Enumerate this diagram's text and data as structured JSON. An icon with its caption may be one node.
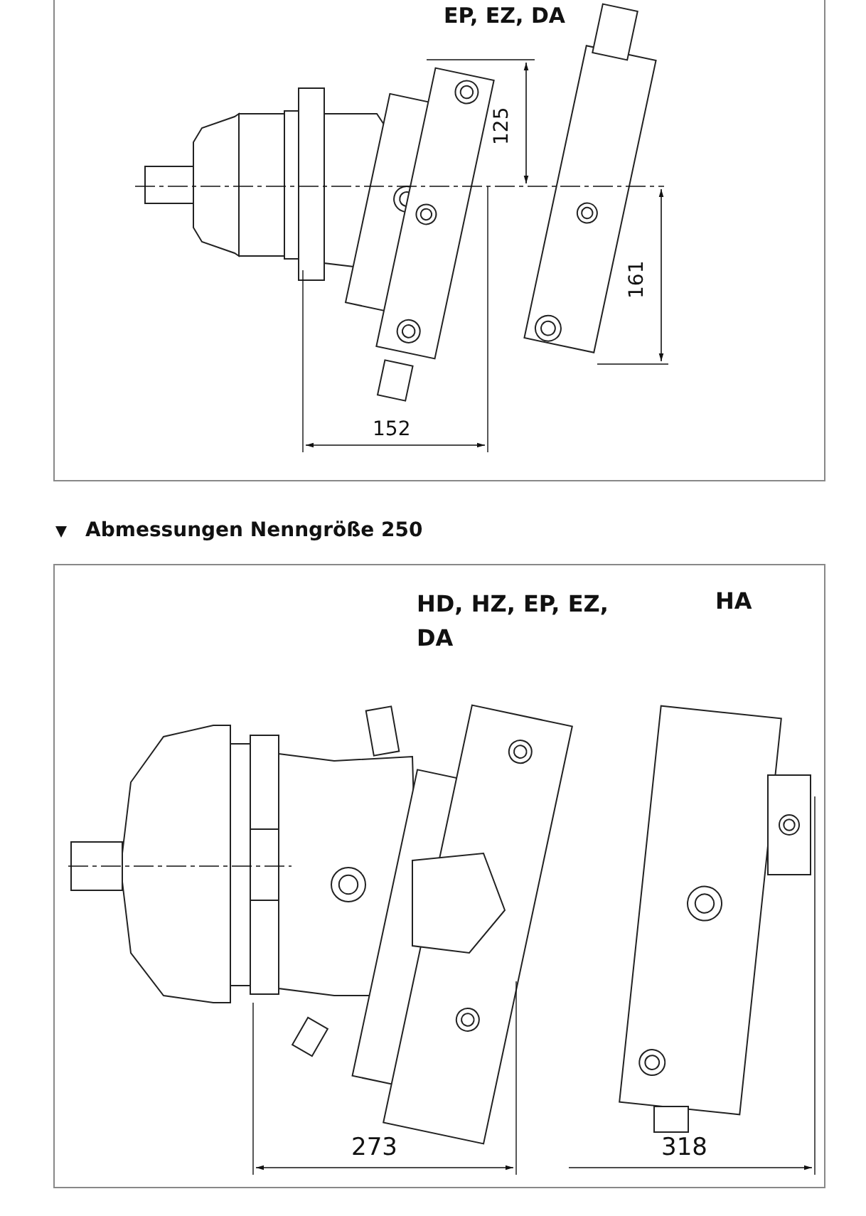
{
  "diagram": {
    "labels": [
      "EP, EZ, DA",
      "125",
      "161",
      "152",
      "Abmessungen Nenngröße 250",
      "HD, HZ, EP, EZ, DA",
      "HA",
      "273",
      "318"
    ]
  }
}
